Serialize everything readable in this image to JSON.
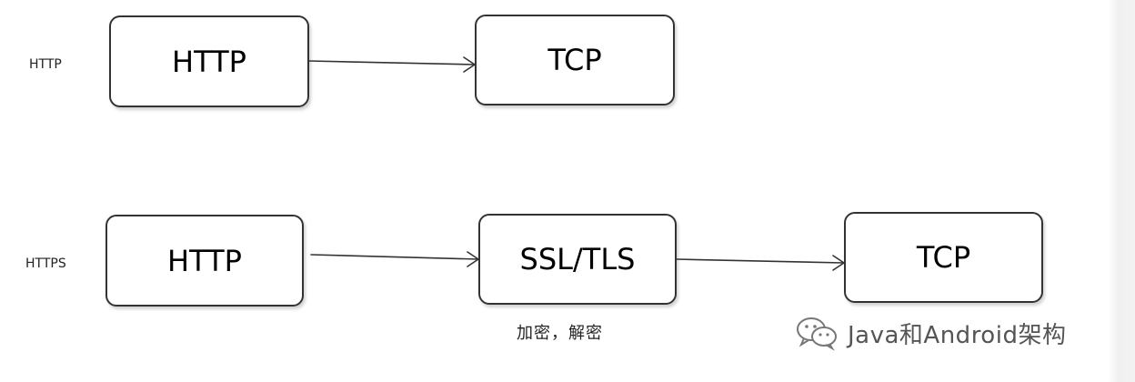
{
  "rows": {
    "http": {
      "label": "HTTP",
      "boxes": [
        "HTTP",
        "TCP"
      ]
    },
    "https": {
      "label": "HTTPS",
      "boxes": [
        "HTTP",
        "SSL/TLS",
        "TCP"
      ],
      "ssl_note": "加密，解密"
    }
  },
  "watermark": {
    "text": "Java和Android架构",
    "icon": "wechat-icon"
  },
  "colors": {
    "border": "#333333",
    "arrow": "#333333",
    "watermark": "#555555"
  }
}
